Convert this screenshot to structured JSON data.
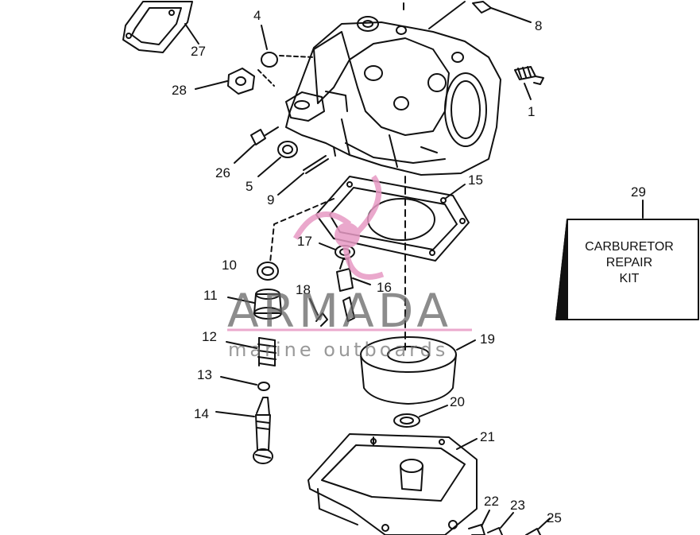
{
  "diagram": {
    "callouts": [
      {
        "id": "c1",
        "label": "1"
      },
      {
        "id": "c4",
        "label": "4"
      },
      {
        "id": "c5",
        "label": "5"
      },
      {
        "id": "c8",
        "label": "8"
      },
      {
        "id": "c9",
        "label": "9"
      },
      {
        "id": "c10",
        "label": "10"
      },
      {
        "id": "c11",
        "label": "11"
      },
      {
        "id": "c12",
        "label": "12"
      },
      {
        "id": "c13",
        "label": "13"
      },
      {
        "id": "c14",
        "label": "14"
      },
      {
        "id": "c15",
        "label": "15"
      },
      {
        "id": "c16",
        "label": "16"
      },
      {
        "id": "c17",
        "label": "17"
      },
      {
        "id": "c18",
        "label": "18"
      },
      {
        "id": "c19",
        "label": "19"
      },
      {
        "id": "c20",
        "label": "20"
      },
      {
        "id": "c21",
        "label": "21"
      },
      {
        "id": "c22",
        "label": "22"
      },
      {
        "id": "c23",
        "label": "23"
      },
      {
        "id": "c25",
        "label": "25"
      },
      {
        "id": "c26",
        "label": "26"
      },
      {
        "id": "c27",
        "label": "27"
      },
      {
        "id": "c28",
        "label": "28"
      },
      {
        "id": "c29",
        "label": "29"
      }
    ],
    "kit_box": {
      "line1": "CARBURETOR",
      "line2": "REPAIR",
      "line3": "KIT"
    }
  },
  "watermark": {
    "brand": "ARMADA",
    "subtitle": "marine outboards",
    "logo": "propeller-logo",
    "color": "#e79ac4"
  }
}
